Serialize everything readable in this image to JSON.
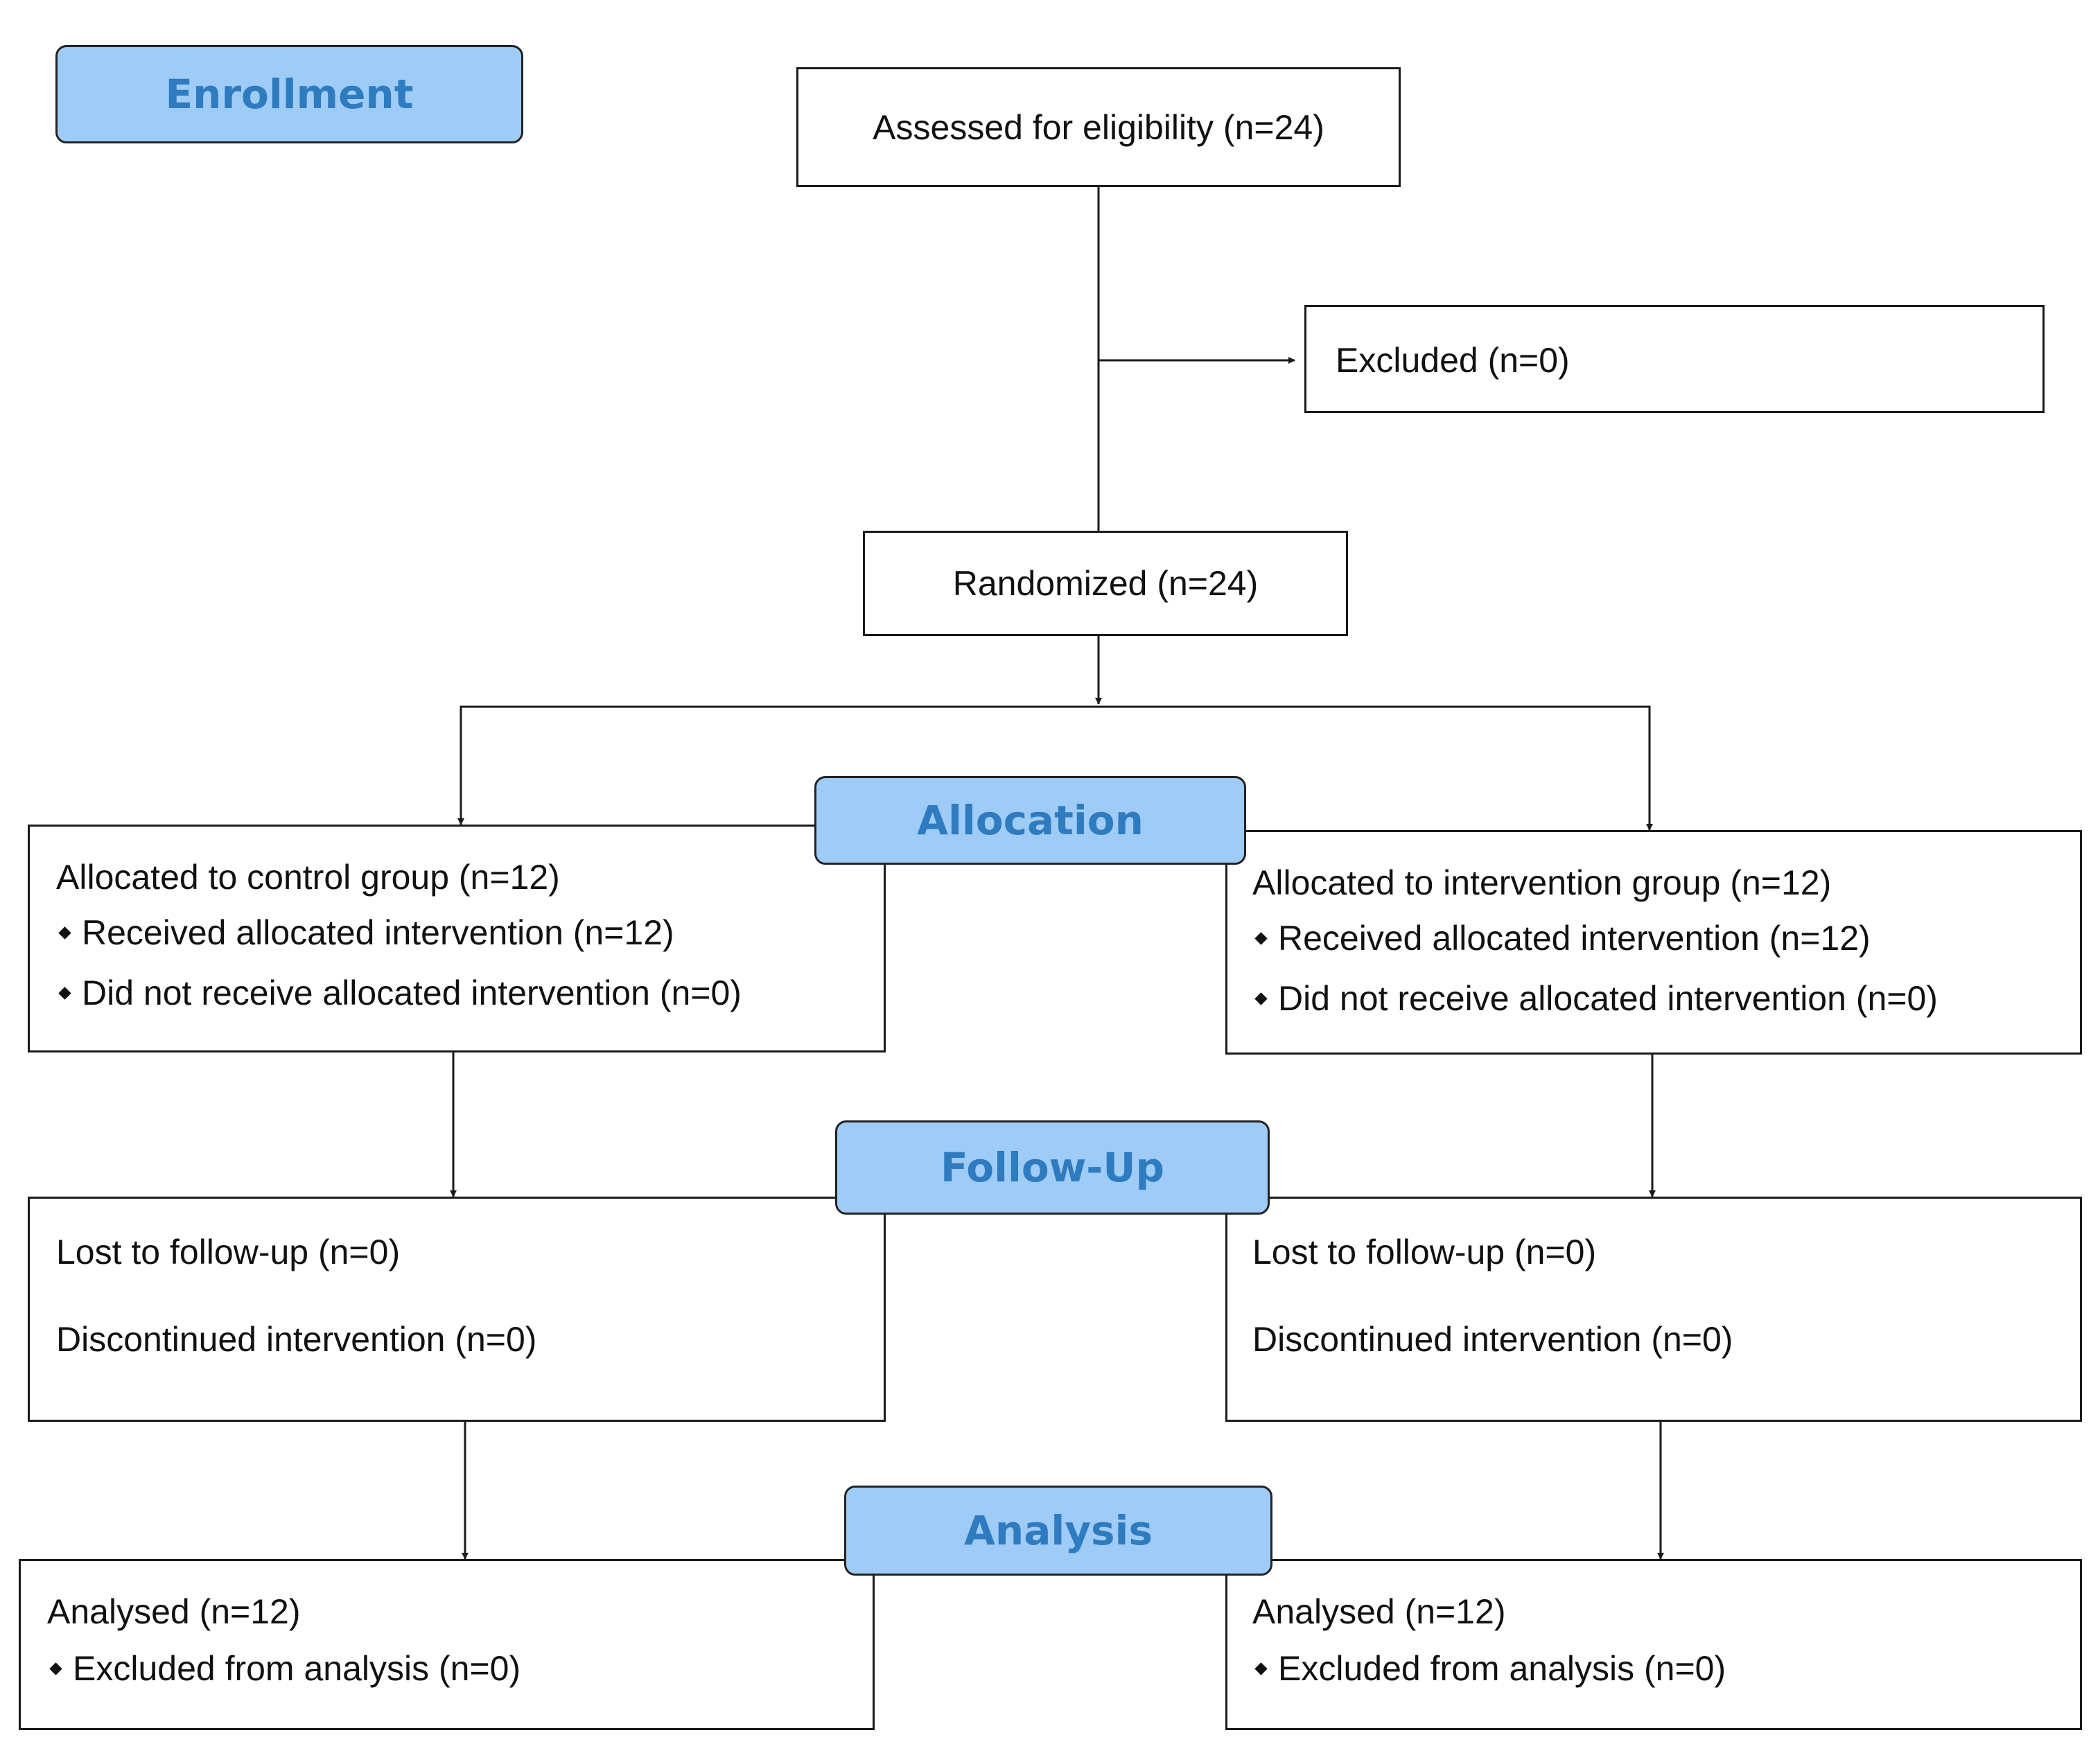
{
  "colors": {
    "stage_fill": "#9fcbf7",
    "stage_text": "#2e7bbf",
    "stroke": "#1a1a1a"
  },
  "stages": {
    "enrollment": "Enrollment",
    "allocation": "Allocation",
    "follow_up": "Follow-Up",
    "analysis": "Analysis"
  },
  "enrollment": {
    "assessed": "Assessed for eligibility (n=24)",
    "excluded": "Excluded (n=0)",
    "randomized": "Randomized (n=24)"
  },
  "control": {
    "allocated": "Allocated to control group (n=12)",
    "received": "Received allocated intervention (n=12)",
    "not_received": "Did not receive allocated intervention (n=0)",
    "lost": "Lost to follow-up (n=0)",
    "discontinued": "Discontinued intervention (n=0)",
    "analysed": "Analysed (n=12)",
    "excluded_analysis": "Excluded from analysis (n=0)"
  },
  "intervention": {
    "allocated": "Allocated to intervention group (n=12)",
    "received": "Received allocated intervention (n=12)",
    "not_received": "Did not receive allocated intervention (n=0)",
    "lost": "Lost to follow-up (n=0)",
    "discontinued": "Discontinued intervention (n=0)",
    "analysed": "Analysed (n=12)",
    "excluded_analysis": "Excluded from analysis (n=0)"
  }
}
